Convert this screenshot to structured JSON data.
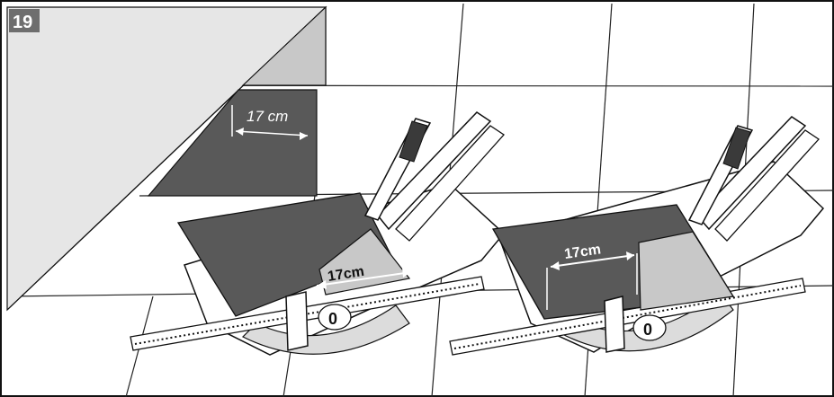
{
  "step_number": "19",
  "wall_corner_measure": "17 cm",
  "left_cutter": {
    "tile_measure": "17cm",
    "scale_zero": "0"
  },
  "right_cutter": {
    "tile_measure": "17cm",
    "scale_zero": "0"
  },
  "colors": {
    "tile_dark": "#595959",
    "tile_light": "#c8c8c8",
    "floor_line": "#222222",
    "badge_bg": "#6e6e6e",
    "badge_text": "#ffffff",
    "outline": "#111111"
  }
}
